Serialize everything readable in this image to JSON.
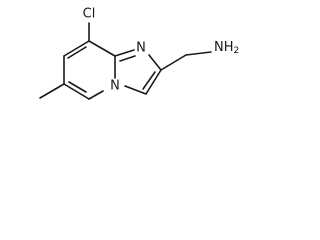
{
  "molecule": {
    "atoms": [
      {
        "id": "cl",
        "label": "Cl"
      },
      {
        "id": "n-imidazole",
        "label": "N"
      },
      {
        "id": "n-bridge",
        "label": "N"
      },
      {
        "id": "nh2",
        "label": "NH2"
      }
    ],
    "colors": {
      "bond": "#1a1a1a",
      "label": "#1a1a1a",
      "background": "#ffffff"
    }
  }
}
